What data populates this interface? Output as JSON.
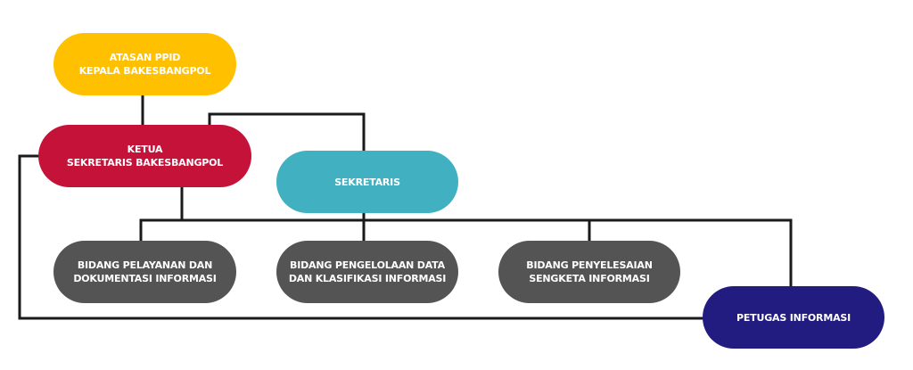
{
  "colors": {
    "atasan": "#FFC000",
    "ketua": "#C41239",
    "sekretaris": "#41B0C0",
    "bidang": "#545454",
    "petugas": "#231C80",
    "line": "#1a1a1a"
  },
  "nodes": {
    "atasan": {
      "line1": "ATASAN PPID",
      "line2": "KEPALA BAKESBANGPOL"
    },
    "ketua": {
      "line1": "KETUA",
      "line2": "SEKRETARIS BAKESBANGPOL"
    },
    "sekretaris": {
      "line1": "SEKRETARIS"
    },
    "bidang_pelayanan": {
      "line1": "BIDANG PELAYANAN DAN",
      "line2": "DOKUMENTASI INFORMASI"
    },
    "bidang_pengelolaan": {
      "line1": "BIDANG PENGELOLAAN DATA",
      "line2": "DAN KLASIFIKASI INFORMASI"
    },
    "bidang_penyelesaian": {
      "line1": "BIDANG PENYELESAIAN",
      "line2": "SENGKETA INFORMASI"
    },
    "petugas": {
      "line1": "PETUGAS INFORMASI"
    }
  }
}
